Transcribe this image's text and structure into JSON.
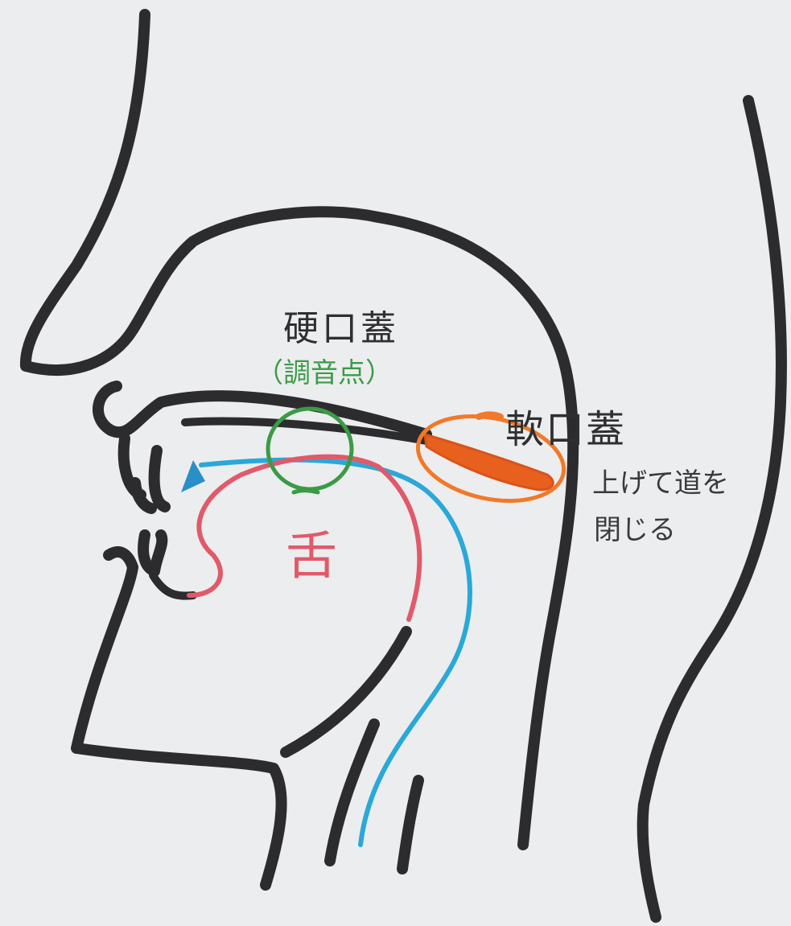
{
  "labels": {
    "hard_palate": "硬口蓋",
    "articulation_point": "（調音点）",
    "soft_palate": "軟口蓋",
    "soft_palate_note_line1": "上げて道を",
    "soft_palate_note_line2": "閉じる",
    "tongue": "舌"
  },
  "colors": {
    "outline": "#2c2c2e",
    "hard_palate_text": "#2f2f31",
    "articulation_green": "#3c9a46",
    "soft_palate_orange": "#f07a2a",
    "soft_palate_fill": "#e8601e",
    "tongue_red": "#e05a6a",
    "airflow_blue": "#2aa8d8",
    "paper": "#ecedef"
  },
  "icons": {
    "airflow_arrow": "arrow-head-icon"
  }
}
